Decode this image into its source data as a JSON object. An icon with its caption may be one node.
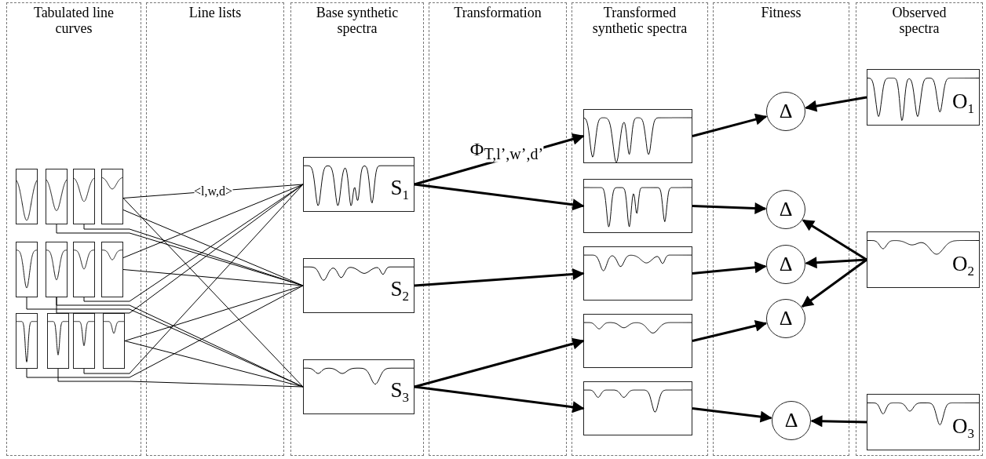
{
  "diagram": {
    "nodes": [
      {
        "text": [
          "Tabulated line curves"
        ]
      },
      {
        "text": [
          "Base synthetic spectra"
        ]
      },
      {
        "text": [
          "Transformed synthetic spectra"
        ]
      },
      {
        "text": [
          "Fitness"
        ]
      },
      {
        "text": [
          "Observed spectra"
        ]
      },
      {
        "text": [],
        "shape": "picture",
        "in": 0
      },
      {
        "text": [],
        "shape": "picture",
        "in": 0
      },
      {
        "text": [],
        "shape": "picture",
        "in": 0
      },
      {
        "text": [],
        "shape": "picture",
        "in": 0
      },
      {
        "text": [],
        "shape": "picture",
        "in": 0
      },
      {
        "text": [],
        "shape": "picture",
        "in": 0
      },
      {
        "text": [],
        "shape": "picture",
        "in": 0
      },
      {
        "text": [],
        "shape": "picture",
        "in": 0
      },
      {
        "text": [],
        "shape": "picture",
        "in": 0
      },
      {
        "text": [],
        "shape": "picture",
        "in": 0
      },
      {
        "text": [],
        "shape": "picture",
        "in": 0
      },
      {
        "text": [],
        "shape": "picture",
        "in": 0
      },
      {
        "text": [
          "S$_{1}$"
        ],
        "in": 1
      },
      {
        "text": [
          "S$_{2}$"
        ],
        "in": 1
      },
      {
        "text": [
          "S$_{3}$"
        ],
        "in": 1
      },
      {
        "text": [],
        "shape": "picture",
        "in": 2
      },
      {
        "text": [],
        "shape": "picture",
        "in": 2
      },
      {
        "text": [],
        "shape": "picture",
        "in": 2
      },
      {
        "text": [],
        "shape": "picture",
        "in": 2
      },
      {
        "text": [],
        "shape": "picture",
        "in": 2
      },
      {
        "text": [
          "Δ"
        ],
        "in": 3
      },
      {
        "text": [
          "Δ"
        ],
        "in": 3
      },
      {
        "text": [
          "Δ"
        ],
        "in": 3
      },
      {
        "text": [
          "Δ"
        ],
        "in": 3
      },
      {
        "text": [
          "Δ"
        ],
        "in": 3
      },
      {
        "text": [
          "O$_{1}$"
        ],
        "in": 4
      },
      {
        "text": [
          "O$_{2}$"
        ],
        "in": 4
      },
      {
        "text": [
          "O$_{3}$"
        ],
        "in": 4
      }
    ],
    "edges": [
      {
        "from": 8,
        "to": 17,
        "arrow": "none",
        "label": "<l,w,d>"
      },
      {
        "from": 8,
        "to": 19,
        "arrow": "none"
      },
      {
        "from": 8,
        "to": 18,
        "arrow": "none"
      },
      {
        "from": 12,
        "to": 17,
        "arrow": "none"
      },
      {
        "from": 12,
        "to": 18,
        "arrow": "none"
      },
      {
        "from": 11,
        "to": 17,
        "arrow": "none"
      },
      {
        "from": 15,
        "to": 17,
        "arrow": "none"
      },
      {
        "from": 10,
        "to": 19,
        "arrow": "none"
      },
      {
        "from": 16,
        "to": 18,
        "arrow": "none"
      },
      {
        "from": 16,
        "to": 19,
        "arrow": "none"
      },
      {
        "from": 7,
        "to": 18,
        "arrow": "none"
      },
      {
        "from": 9,
        "to": 19,
        "arrow": "none"
      },
      {
        "from": 13,
        "to": 18,
        "arrow": "none"
      },
      {
        "from": 14,
        "to": 19,
        "arrow": "none"
      },
      {
        "from": 6,
        "to": 18,
        "arrow": "none"
      },
      {
        "from": 10,
        "to": 17,
        "arrow": "none"
      },
      {
        "from": 17,
        "to": 20,
        "arrow": "to",
        "style": "thick",
        "label": "Φ$_{T,l’,w’,d’}$"
      },
      {
        "from": 17,
        "to": 21,
        "arrow": "to",
        "style": "thick"
      },
      {
        "from": 18,
        "to": 22,
        "arrow": "to",
        "style": "thick"
      },
      {
        "from": 19,
        "to": 23,
        "arrow": "to",
        "style": "thick"
      },
      {
        "from": 19,
        "to": 24,
        "arrow": "to",
        "style": "thick"
      },
      {
        "from": 20,
        "to": 25,
        "arrow": "to",
        "style": "thick"
      },
      {
        "from": 21,
        "to": 26,
        "arrow": "to",
        "style": "thick"
      },
      {
        "from": 22,
        "to": 27,
        "arrow": "to",
        "style": "thick"
      },
      {
        "from": 23,
        "to": 28,
        "arrow": "to",
        "style": "thick"
      },
      {
        "from": 24,
        "to": 29,
        "arrow": "to",
        "style": "thick"
      },
      {
        "from": 30,
        "to": 25,
        "arrow": "to",
        "style": "thick"
      },
      {
        "from": 31,
        "to": 26,
        "arrow": "to",
        "style": "thick"
      },
      {
        "from": 31,
        "to": 27,
        "arrow": "to",
        "style": "thick"
      },
      {
        "from": 31,
        "to": 28,
        "arrow": "to",
        "style": "thick"
      },
      {
        "from": 32,
        "to": 29,
        "arrow": "to",
        "style": "thick"
      }
    ],
    "labels": [
      "Line lists",
      "Transformation"
    ]
  }
}
